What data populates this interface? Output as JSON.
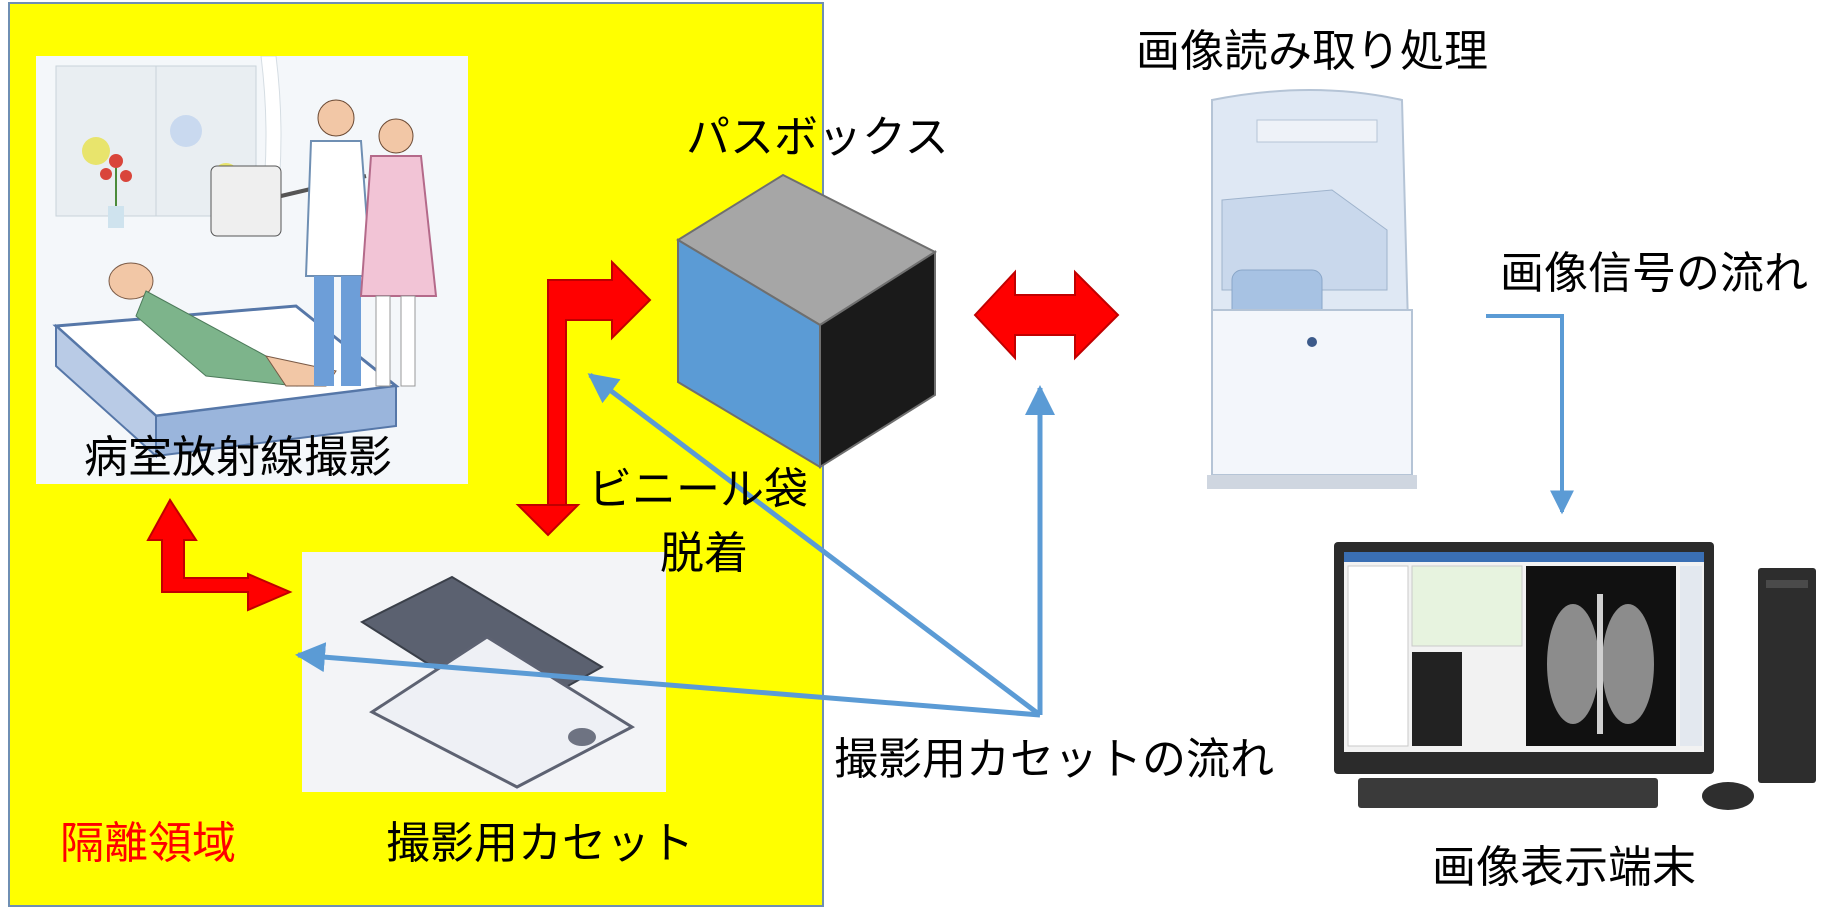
{
  "labels": {
    "isolation_area": "隔離領域",
    "ward_radiography": "病室放射線撮影",
    "cassette": "撮影用カセット",
    "pass_box": "パスボックス",
    "vinyl_bag_line1": "ビニール袋",
    "vinyl_bag_line2": "脱着",
    "image_reading": "画像読み取り処理",
    "image_signal_flow": "画像信号の流れ",
    "cassette_flow": "撮影用カセットの流れ",
    "image_display_terminal": "画像表示端末"
  },
  "colors": {
    "isolation_zone": "#ffff00",
    "isolation_label": "#ff0000",
    "exchange_arrow": "#ff0000",
    "flow_arrow": "#5b9bd5",
    "cube_top": "#a6a6a6",
    "cube_front": "#5b9bd5",
    "cube_side": "#1a1a1a"
  },
  "icons": {
    "ward_photo": "hospital-bed-illustration-icon",
    "cassette_photo": "xray-cassette-icon",
    "reader_photo": "cr-reader-machine-icon",
    "terminal_photo": "monitor-workstation-icon"
  }
}
